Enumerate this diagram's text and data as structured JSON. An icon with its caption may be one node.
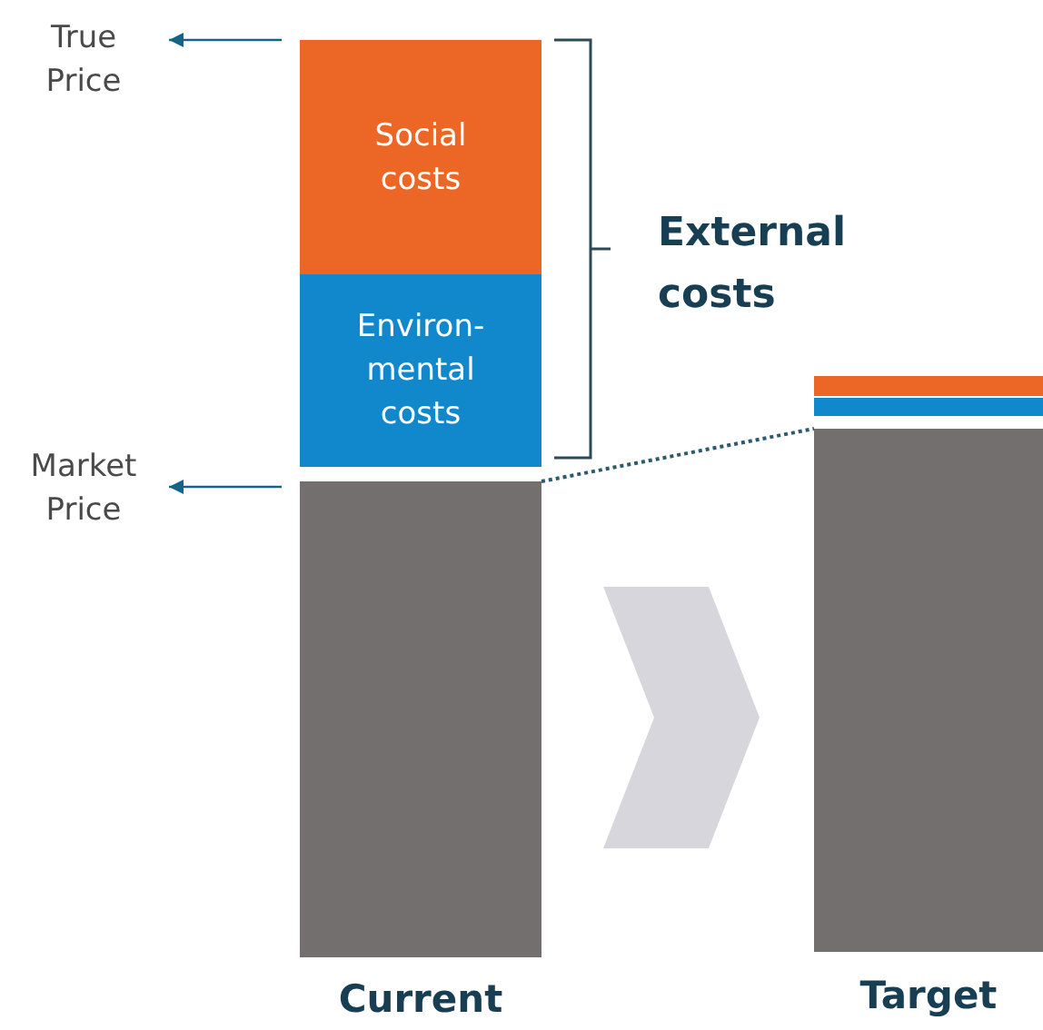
{
  "diagram": {
    "nodes": [
      {
        "text": [
          "True Price"
        ]
      },
      {
        "text": [
          "Market Price"
        ]
      },
      {
        "text": [
          "Social costs"
        ]
      },
      {
        "text": [
          "Environ-mental costs"
        ]
      },
      {
        "text": [],
        "shape": "bar",
        "beside": [
          "Current"
        ]
      },
      {
        "text": [],
        "shape": "bar",
        "beside": [
          "Target"
        ]
      },
      {
        "text": [],
        "shape": "bar"
      },
      {
        "text": [],
        "shape": "bar"
      }
    ],
    "edges": [
      {
        "from": 2,
        "to": 0,
        "arrow": "to"
      },
      {
        "from": 4,
        "to": 1,
        "arrow": "to"
      },
      {
        "from": 4,
        "to": 5,
        "arrow": "none",
        "style": "dashed"
      },
      {
        "from": 4,
        "to": 5,
        "arrow": "to",
        "style": "thick",
        "color": "#d6d6dc"
      }
    ],
    "labels": [
      "External costs"
    ]
  }
}
